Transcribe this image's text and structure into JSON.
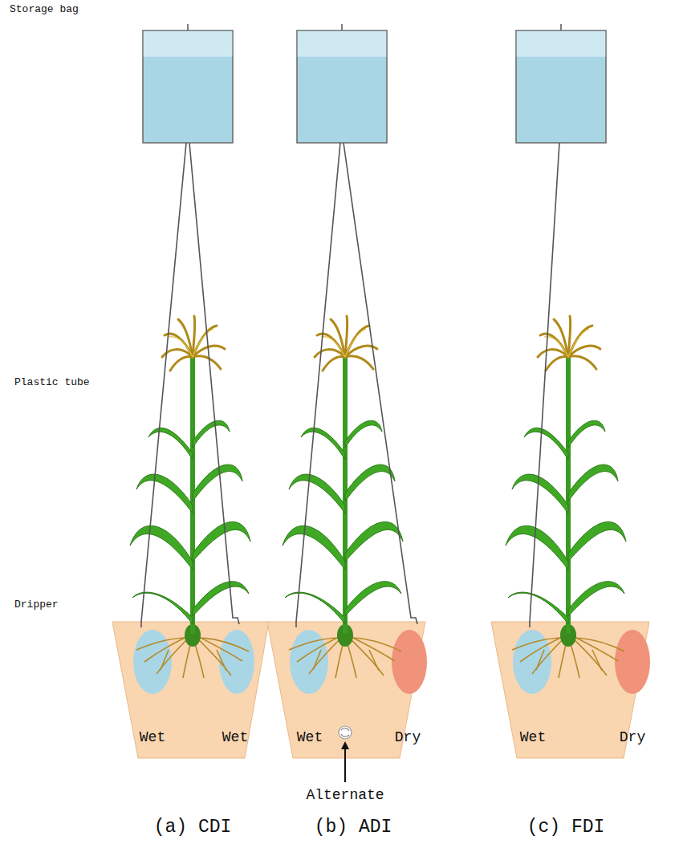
{
  "diagram": {
    "labels": [
      "Storage bag",
      "Plastic tube",
      "Dripper",
      "Wet",
      "Wet",
      "Wet",
      "Dry",
      "Alternate",
      "Wet",
      "Dry",
      "(a) CDI",
      "(b) ADI",
      "(c) FDI"
    ]
  }
}
